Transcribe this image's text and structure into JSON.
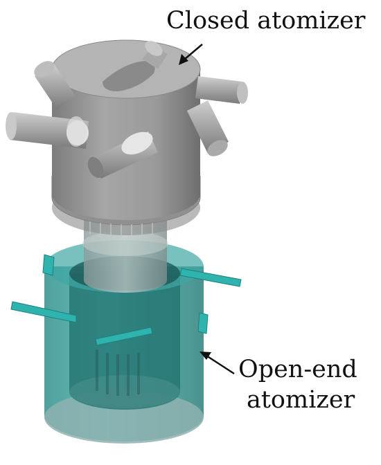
{
  "labels": {
    "closed_atomizer": "Closed atomizer",
    "open_end_line1": "Open-end",
    "open_end_line2": "atomizer"
  },
  "colors": {
    "closed_body": "#8f8f8f",
    "closed_top": "#b7b7b7",
    "open_body": "#2e9e9a",
    "open_inner": "#1d6f6c",
    "nozzle": "#2fb3ae",
    "text": "#111111"
  }
}
